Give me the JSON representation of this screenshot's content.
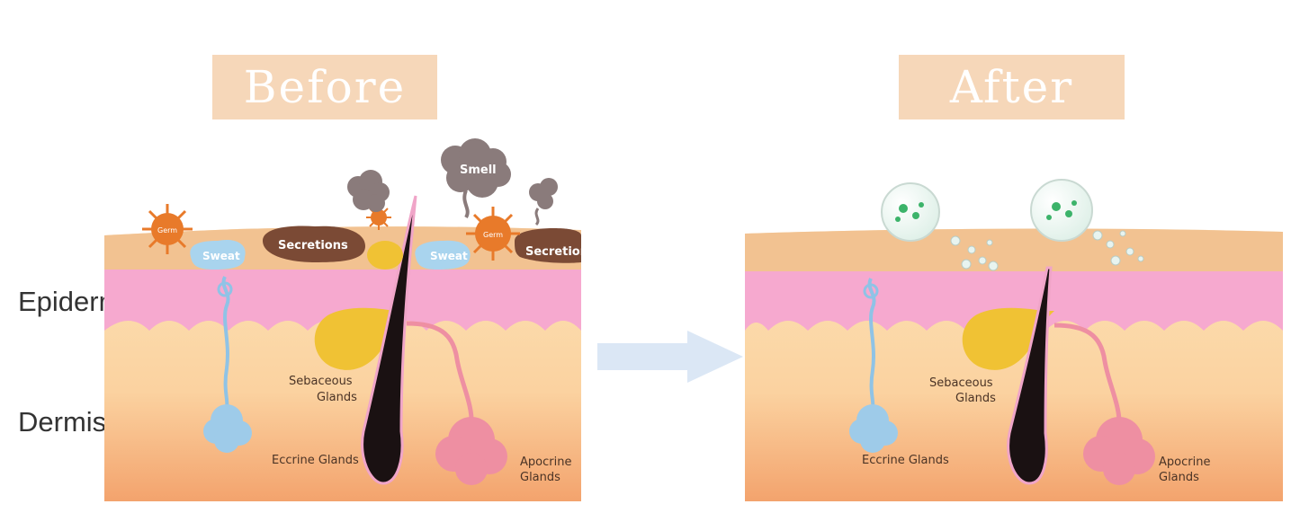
{
  "before": {
    "title": "Before",
    "labels": {
      "germ": "Germ",
      "sweat": "Sweat",
      "secretions": "Secretions",
      "smell": "Smell",
      "sebaceous_1": "Sebaceous",
      "sebaceous_2": "Glands",
      "eccrine": "Eccrine Glands",
      "apocrine_1": "Apocrine",
      "apocrine_2": "Glands"
    }
  },
  "after": {
    "title": "After",
    "labels": {
      "sebaceous_1": "Sebaceous",
      "sebaceous_2": "Glands",
      "eccrine": "Eccrine Glands",
      "apocrine_1": "Apocrine",
      "apocrine_2": "Glands"
    }
  },
  "layers": {
    "epidermis": "Epidermis",
    "dermis": "Dermis"
  },
  "colors": {
    "title_box": "#f6d7b9",
    "surface": "#f2c291",
    "epidermis": "#f6a9cf",
    "dermis": "#fbd9a3",
    "dermis_bottom": "#f4a56b",
    "sweat": "#a9d4ee",
    "secretion": "#7b4a35",
    "germ": "#e87a2a",
    "smell_cloud": "#8a7b7b",
    "hair": "#1a1112",
    "sebaceous": "#f0c234",
    "apocrine": "#ee8fa2",
    "eccrine": "#9ecbe9",
    "arrow": "#dbe7f5",
    "bubble_dots": "#3cb36a"
  }
}
